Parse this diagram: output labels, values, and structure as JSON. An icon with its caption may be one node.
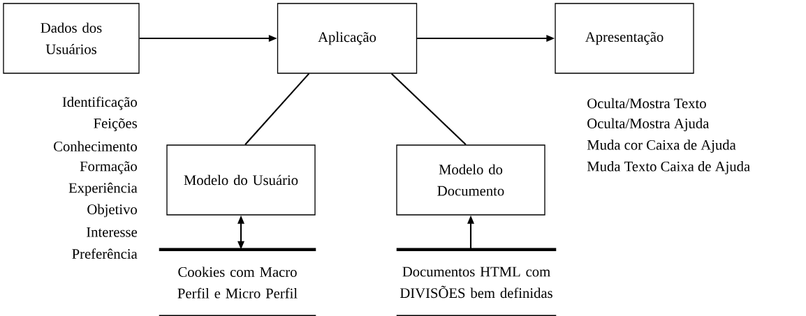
{
  "diagram": {
    "nodes": [
      {
        "text": [
          "Dados dos Usuários"
        ]
      },
      {
        "text": [
          "Aplicação"
        ]
      },
      {
        "text": [
          "Apresentação"
        ]
      },
      {
        "text": [
          "Modelo do Usuário"
        ]
      },
      {
        "text": [
          "Modelo do Documento"
        ]
      },
      {
        "text": [
          "Cookies com Macro Perfil e Micro Perfil"
        ]
      },
      {
        "text": [
          "Documentos HTML com DIVISÕES bem definidas"
        ]
      }
    ],
    "edges": [
      {
        "from": 0,
        "to": 1,
        "arrow": "to"
      },
      {
        "from": 1,
        "to": 2,
        "arrow": "to"
      },
      {
        "from": 1,
        "to": 3,
        "arrow": "none"
      },
      {
        "from": 1,
        "to": 4,
        "arrow": "none"
      },
      {
        "from": 3,
        "to": 5,
        "arrow": "both"
      },
      {
        "from": 6,
        "to": 4,
        "arrow": "to"
      }
    ],
    "labels": [
      "Identificação",
      "Feições",
      "Conhecimento",
      "Formação",
      "Experiência",
      "Objetivo",
      "Interesse",
      "Preferência",
      "Oculta/Mostra Texto",
      "Oculta/Mostra Ajuda",
      "Muda cor Caixa de Ajuda",
      "Muda Texto Caixa de Ajuda"
    ]
  }
}
